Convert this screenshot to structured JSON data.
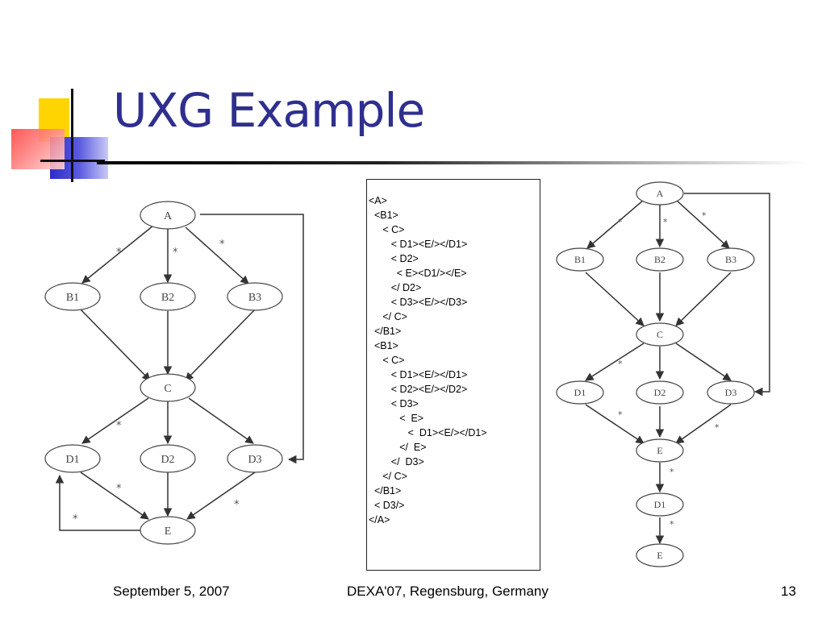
{
  "slide": {
    "title": "UXG Example",
    "footer": {
      "date": "September 5, 2007",
      "venue": "DEXA'07, Regensburg, Germany",
      "page": "13"
    }
  },
  "code_listing": [
    "<A>",
    "  <B1>",
    "     < C>",
    "        < D1><E/></D1>",
    "        < D2>",
    "          < E><D1/></E>",
    "        </ D2>",
    "        < D3><E/></D3>",
    "     </ C>",
    "  </B1>",
    "  <B1>",
    "     < C>",
    "        < D1><E/></D1>",
    "        < D2><E/></D2>",
    "        < D3>",
    "           <  E>",
    "              <  D1><E/></D1>",
    "           </  E>",
    "        </  D3>",
    "     </ C>",
    "  </B1>",
    "  < D3/>",
    "</A>"
  ],
  "left_graph": {
    "nodes": [
      "A",
      "B1",
      "B2",
      "B3",
      "C",
      "D1",
      "D2",
      "D3",
      "E"
    ],
    "edges": [
      {
        "from": "A",
        "to": "B1",
        "label": "*"
      },
      {
        "from": "A",
        "to": "B2",
        "label": "*"
      },
      {
        "from": "A",
        "to": "B3",
        "label": "*"
      },
      {
        "from": "A",
        "to": "D3",
        "label": ""
      },
      {
        "from": "B1",
        "to": "C",
        "label": ""
      },
      {
        "from": "B2",
        "to": "C",
        "label": ""
      },
      {
        "from": "B3",
        "to": "C",
        "label": ""
      },
      {
        "from": "C",
        "to": "D1",
        "label": "*"
      },
      {
        "from": "C",
        "to": "D2",
        "label": ""
      },
      {
        "from": "C",
        "to": "D3",
        "label": ""
      },
      {
        "from": "D1",
        "to": "E",
        "label": "*"
      },
      {
        "from": "D2",
        "to": "E",
        "label": ""
      },
      {
        "from": "D3",
        "to": "E",
        "label": "*"
      },
      {
        "from": "E",
        "to": "D1",
        "label": "*"
      }
    ]
  },
  "right_graph": {
    "nodes": [
      "A",
      "B1",
      "B2",
      "B3",
      "C",
      "D1",
      "D2",
      "D3",
      "E",
      "D1",
      "E"
    ],
    "edges": [
      {
        "from": "A",
        "to": "B1",
        "label": "*"
      },
      {
        "from": "A",
        "to": "B2",
        "label": "*"
      },
      {
        "from": "A",
        "to": "B3",
        "label": "*"
      },
      {
        "from": "A",
        "to": "D3",
        "label": ""
      },
      {
        "from": "B1",
        "to": "C",
        "label": ""
      },
      {
        "from": "B2",
        "to": "C",
        "label": ""
      },
      {
        "from": "B3",
        "to": "C",
        "label": ""
      },
      {
        "from": "C",
        "to": "D1",
        "label": "*"
      },
      {
        "from": "C",
        "to": "D2",
        "label": ""
      },
      {
        "from": "C",
        "to": "D3",
        "label": ""
      },
      {
        "from": "D1",
        "to": "E",
        "label": "*"
      },
      {
        "from": "D2",
        "to": "E",
        "label": ""
      },
      {
        "from": "D3",
        "to": "E",
        "label": "*"
      },
      {
        "from": "E",
        "to": "D1 (second)",
        "label": "*"
      },
      {
        "from": "D1 (second)",
        "to": "E (second)",
        "label": "*"
      }
    ]
  }
}
